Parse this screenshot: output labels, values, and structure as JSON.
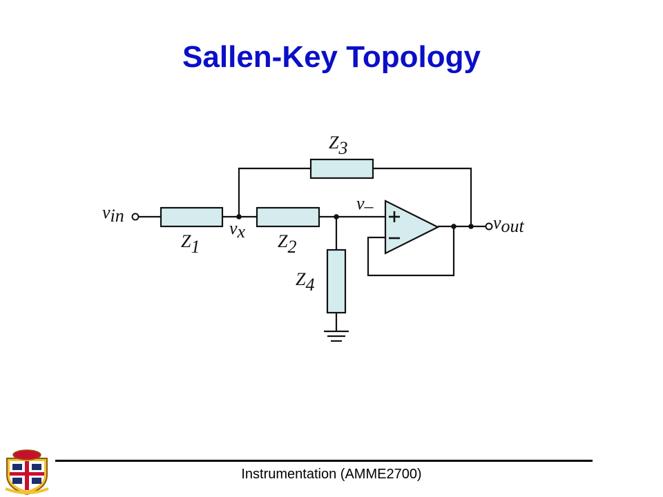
{
  "slide": {
    "title": "Sallen-Key Topology",
    "title_color": "#0a0fc8"
  },
  "circuit": {
    "input_label": "v",
    "input_sub": "in",
    "output_label": "v",
    "output_sub": "out",
    "node_x_label": "v",
    "node_x_sub": "x",
    "node_minus_label": "v",
    "node_minus_sub": "–",
    "z1_label": "Z",
    "z1_sub": "1",
    "z2_label": "Z",
    "z2_sub": "2",
    "z3_label": "Z",
    "z3_sub": "3",
    "z4_label": "Z",
    "z4_sub": "4",
    "component_fill": "#d4ecee"
  },
  "footer": {
    "course": "Instrumentation (AMME2700)"
  }
}
